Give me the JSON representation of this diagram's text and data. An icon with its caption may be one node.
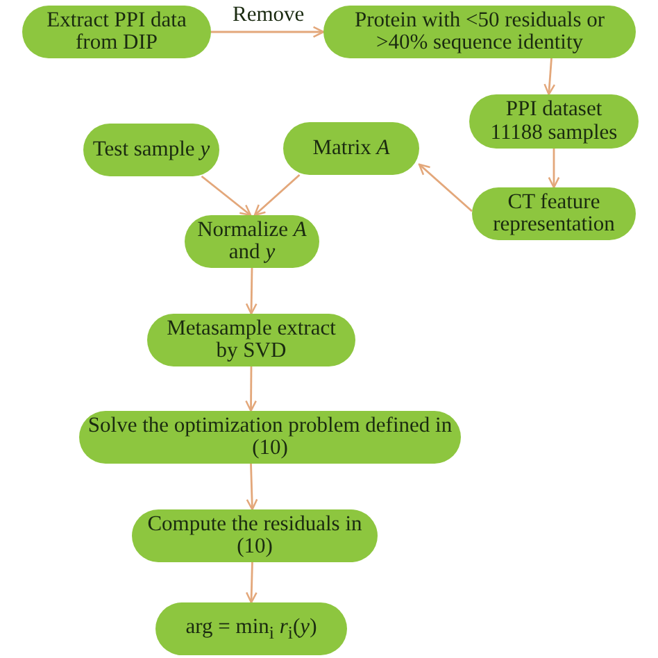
{
  "diagram": {
    "nodes": [
      {
        "text": [
          "Extract PPI data from DIP"
        ]
      },
      {
        "text": [
          "Protein with <50 residuals or >40% sequence identity"
        ]
      },
      {
        "text": [
          "PPI dataset 11188 samples"
        ]
      },
      {
        "text": [
          "Test sample *y*"
        ]
      },
      {
        "text": [
          "Matrix *A*"
        ]
      },
      {
        "text": [
          "CT feature representation"
        ]
      },
      {
        "text": [
          "Normalize *A* and *y*"
        ]
      },
      {
        "text": [
          "Metasample extract by SVD"
        ]
      },
      {
        "text": [
          "Solve the optimization problem defined in (10)"
        ]
      },
      {
        "text": [
          "Compute the residuals in (10)"
        ]
      },
      {
        "text": [
          "arg = min$_{i}$ *r*$_{i}$(*y*)"
        ]
      }
    ],
    "edges": [
      {
        "from": 0,
        "to": 1,
        "arrow": "to",
        "label": "Remove"
      },
      {
        "from": 1,
        "to": 2,
        "arrow": "to"
      },
      {
        "from": 2,
        "to": 5,
        "arrow": "to"
      },
      {
        "from": 5,
        "to": 4,
        "arrow": "to"
      },
      {
        "from": 3,
        "to": 6,
        "arrow": "to"
      },
      {
        "from": 4,
        "to": 6,
        "arrow": "to"
      },
      {
        "from": 6,
        "to": 7,
        "arrow": "to"
      },
      {
        "from": 7,
        "to": 8,
        "arrow": "to"
      },
      {
        "from": 8,
        "to": 9,
        "arrow": "to"
      },
      {
        "from": 9,
        "to": 10,
        "arrow": "to"
      }
    ]
  }
}
